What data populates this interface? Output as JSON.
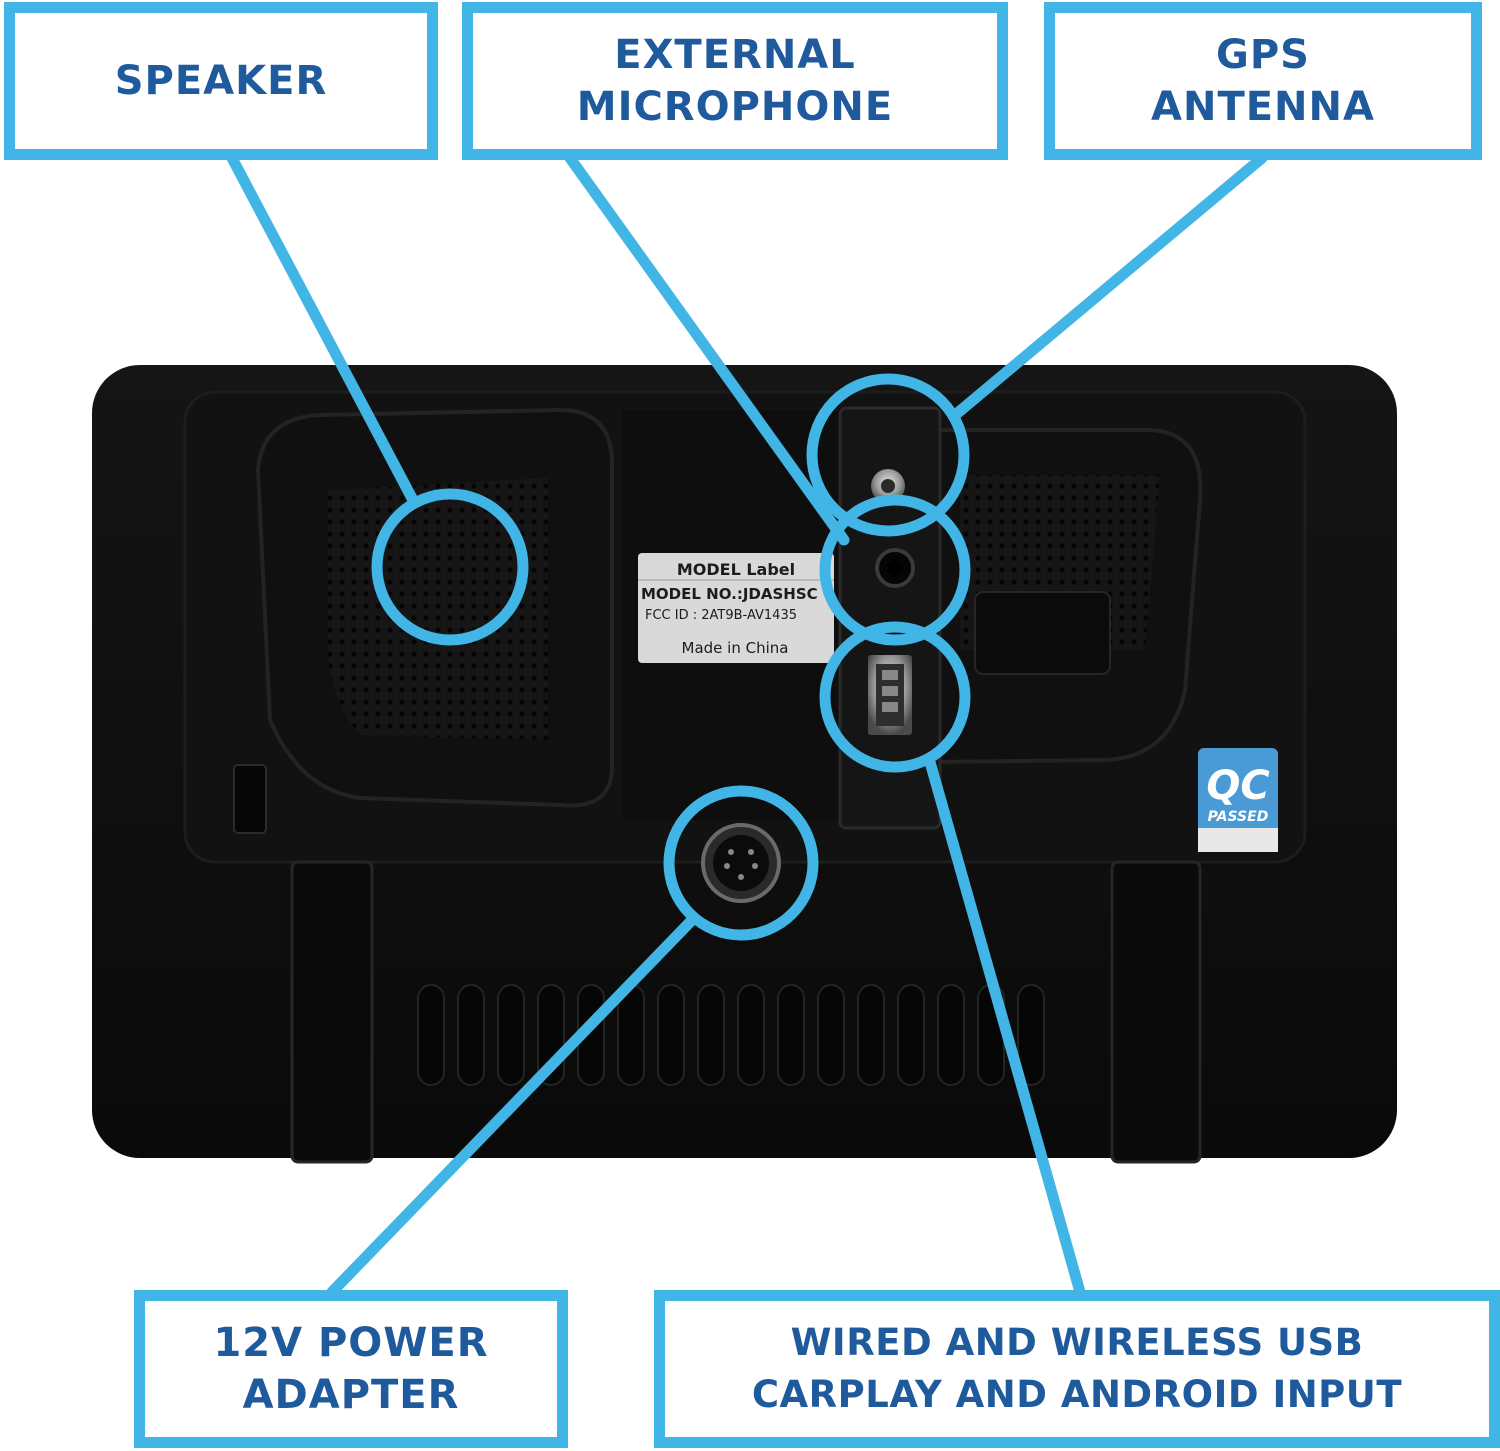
{
  "callouts": {
    "speaker": {
      "line1": "SPEAKER",
      "line2": ""
    },
    "external_microphone": {
      "line1": "EXTERNAL",
      "line2": "MICROPHONE"
    },
    "gps_antenna": {
      "line1": "GPS",
      "line2": "ANTENNA"
    },
    "power_adapter": {
      "line1": "12V POWER",
      "line2": "ADAPTER"
    },
    "usb_input": {
      "line1": "WIRED AND WIRELESS USB",
      "line2": "CARPLAY AND ANDROID INPUT"
    }
  },
  "model_label": {
    "title": "MODEL Label",
    "model_no": "MODEL NO.:JDASHSC",
    "fcc_id": "FCC ID : 2AT9B-AV1435",
    "origin": "Made in China"
  },
  "qc_badge": {
    "mark": "QC",
    "status": "PASSED"
  },
  "colors": {
    "callout_border": "#41b6e6",
    "callout_text": "#1f5a9c",
    "device_body": "#0d0d0d",
    "qc_badge": "#4a9ad6"
  }
}
